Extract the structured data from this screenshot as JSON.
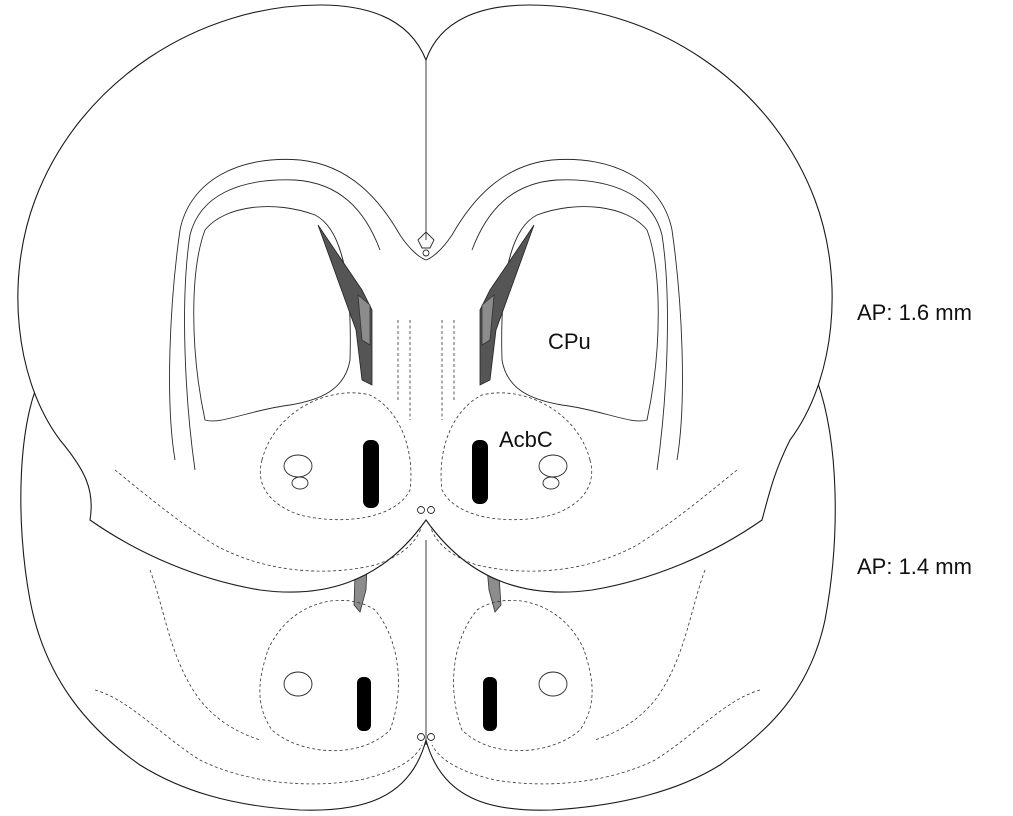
{
  "figure": {
    "labels": {
      "region_cpu": "CPu",
      "region_acbc": "AcbC"
    },
    "sections": [
      {
        "level_label": "AP: 1.6 mm"
      },
      {
        "level_label": "AP: 1.4 mm"
      }
    ],
    "colors": {
      "outline": "#1a1a1a",
      "lesion": "#000000",
      "ventricle": "#555555",
      "ventricle_lower": "#8c8c8c"
    }
  }
}
